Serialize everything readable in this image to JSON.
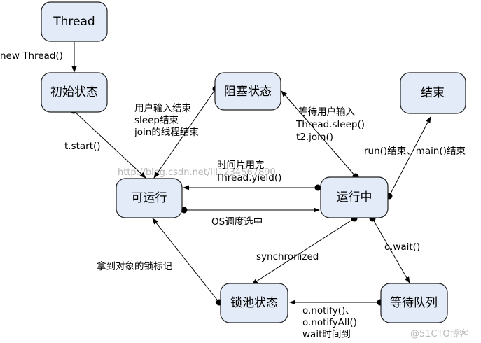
{
  "nodes": {
    "thread": "Thread",
    "initial": "初始状态",
    "blocked": "阻塞状态",
    "finished": "结束",
    "runnable": "可运行",
    "running": "运行中",
    "lock_pool": "锁池状态",
    "wait_queue": "等待队列"
  },
  "edges": {
    "new_thread": "new Thread()",
    "start": "t.start()",
    "blocked_to_runnable": [
      "用户输入结束",
      "sleep结束",
      "join的线程结束"
    ],
    "running_to_blocked": [
      "等待用户输入",
      "Thread.sleep()",
      "t2.join()"
    ],
    "running_to_finished": "run()结束、main()结束",
    "running_to_runnable": [
      "时间片用完",
      "Thread.yield()"
    ],
    "runnable_to_running": "OS调度选中",
    "synchronized": "synchronized",
    "wait": "o.wait()",
    "lock_to_runnable": "拿到对象的锁标记",
    "wait_to_lock": [
      "o.notify()、",
      "o.notifyAll()",
      "wait时间到"
    ]
  },
  "watermarks": {
    "url": "http://blog.csdn.net/lll1234567890",
    "site": "@51CTO博客"
  }
}
